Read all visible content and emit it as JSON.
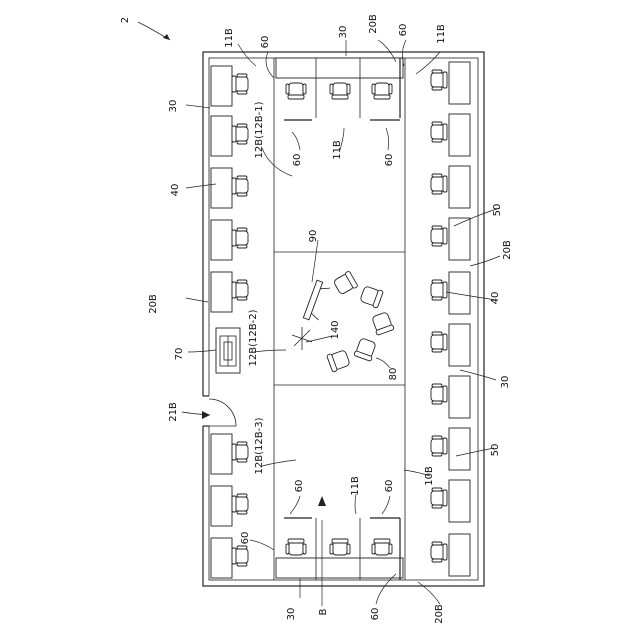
{
  "figure": {
    "figure_ref": "2",
    "labels": {
      "desk_30": "30",
      "panel_60": "60",
      "wall_20b": "20B",
      "aisle_11b": "11B",
      "zone_12b1": "12B(12B-1)",
      "zone_12b2": "12B(12B-2)",
      "zone_12b3": "12B(12B-3)",
      "chair_40": "40",
      "desk_50": "50",
      "divider_10b": "10B",
      "door_21b": "21B",
      "cabinet_70": "70",
      "item_80": "80",
      "table_90": "90",
      "rack_140": "140",
      "direction_b": "B"
    }
  }
}
